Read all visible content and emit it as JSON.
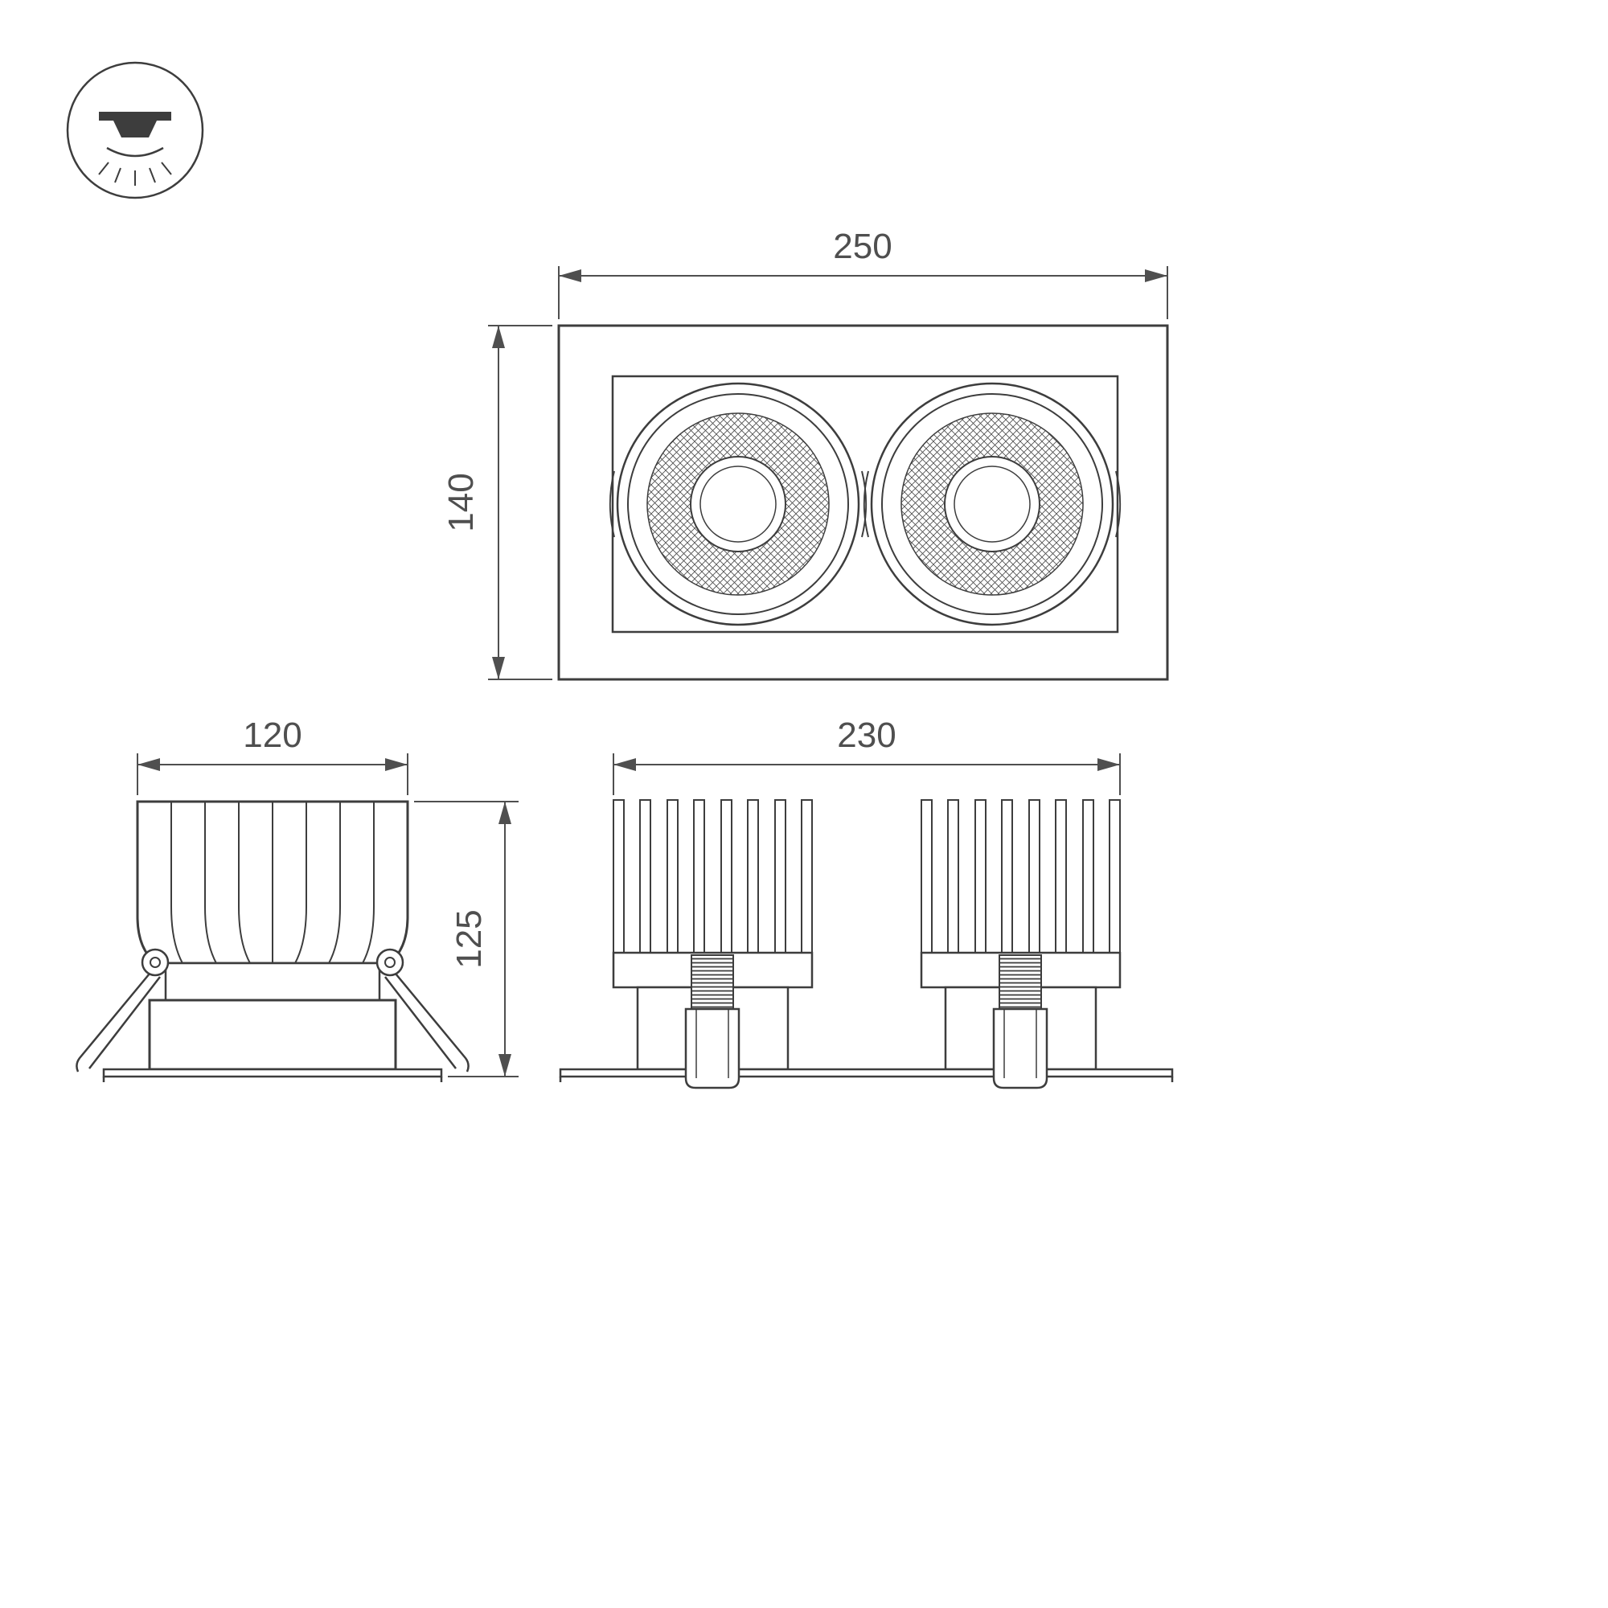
{
  "icon": {
    "name": "recessed-downlight-icon"
  },
  "dimensions": {
    "front_width": "250",
    "front_height": "140",
    "side_width": "120",
    "side_height": "125",
    "rear_width": "230"
  },
  "colors": {
    "line": "#3d3d3d",
    "dimension_text": "#4f4f4f",
    "background": "#ffffff"
  }
}
